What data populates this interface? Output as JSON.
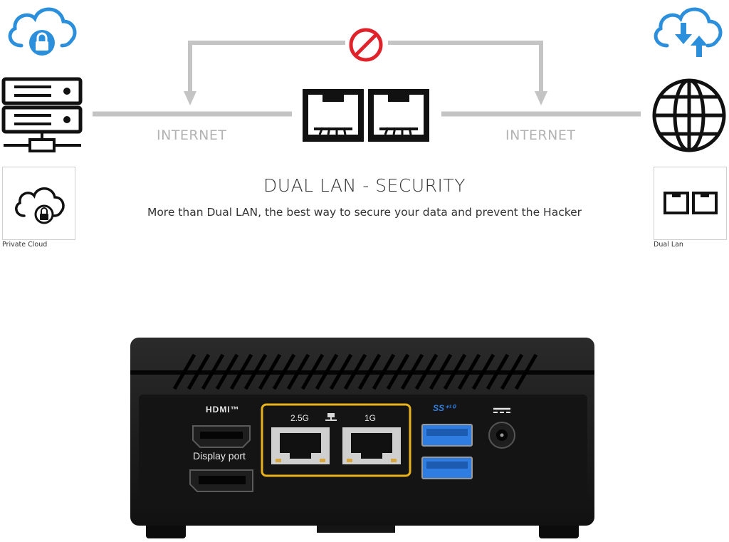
{
  "diagram": {
    "left_internet_label": "INTERNET",
    "right_internet_label": "INTERNET",
    "title": "DUAL LAN - SECURITY",
    "subtitle": "More than Dual LAN, the best way to secure your data and prevent the Hacker",
    "left_caption": "Private Cloud",
    "right_caption": "Dual Lan"
  },
  "device": {
    "hdmi_label": "HDMI™",
    "display_port_label": "Display port",
    "lan1_label": "2.5G",
    "lan2_label": "1G",
    "usb_label": "SS⁺¹⁰"
  },
  "colors": {
    "accent_blue": "#2b8fdc",
    "block_red": "#e0232a",
    "line_gray": "#c4c4c4",
    "lan_highlight": "#e8b21b",
    "usb_blue": "#2f7de0"
  },
  "icons": [
    "cloud-lock-icon",
    "server-icon",
    "block-icon",
    "lan-port-icon",
    "cloud-download-upload-icon",
    "globe-icon"
  ]
}
